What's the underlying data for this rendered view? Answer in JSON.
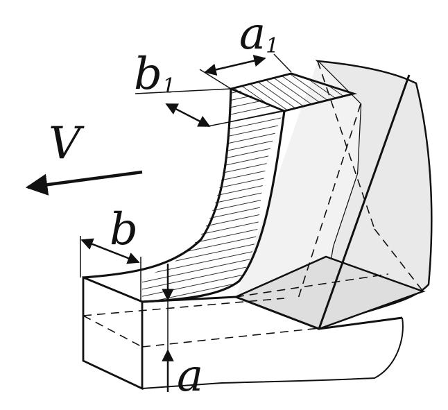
{
  "labels": {
    "velocity": "V",
    "b": "b",
    "b1_main": "b",
    "b1_sub": "1",
    "a1_main": "a",
    "a1_sub": "1",
    "a": "a"
  },
  "colors": {
    "stroke": "#111111",
    "tool_fill": "#e9e9e9",
    "hatch": "#333333",
    "background": "#ffffff"
  }
}
